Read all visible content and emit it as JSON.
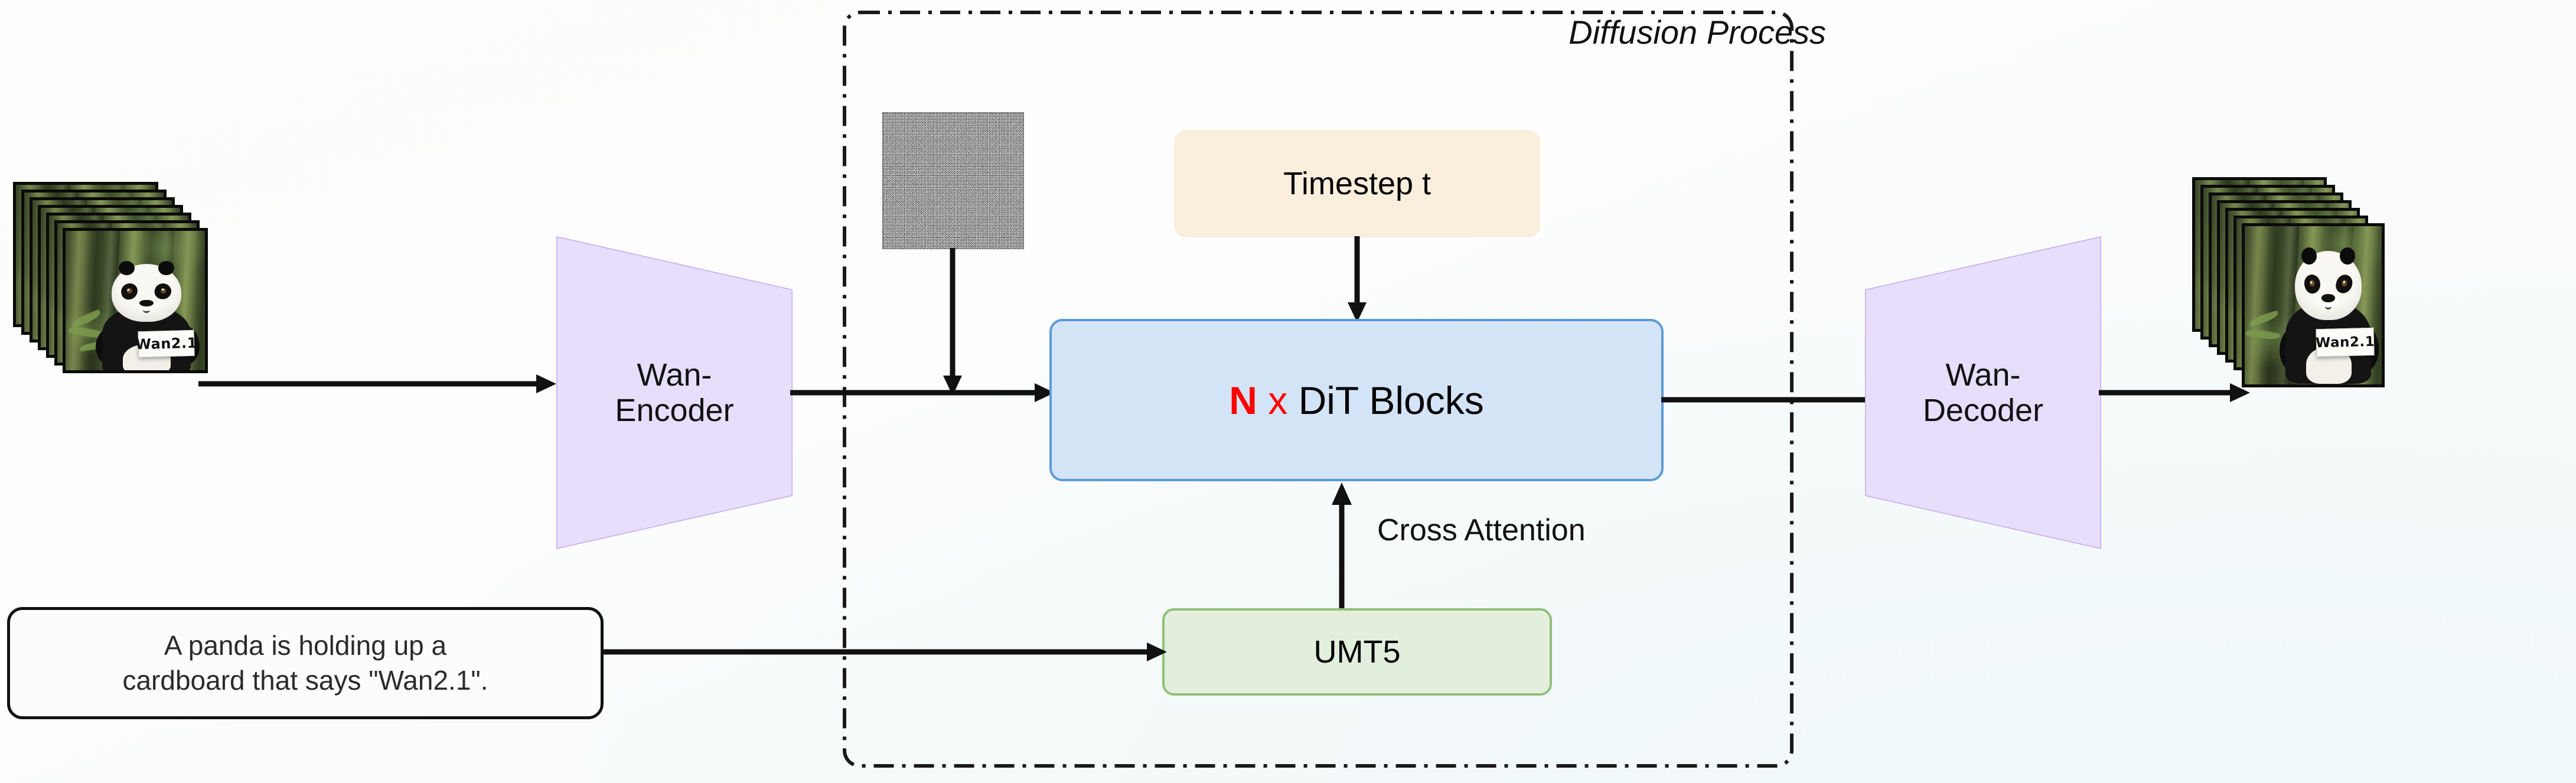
{
  "diagram": {
    "title_label": "Diffusion Process",
    "blocks": {
      "encoder": "Wan-\nEncoder",
      "encoder_line1": "Wan-",
      "encoder_line2": "Encoder",
      "decoder_line1": "Wan-",
      "decoder_line2": "Decoder",
      "dit_prefix_n": "N",
      "dit_prefix_x": "x",
      "dit_label": "DiT Blocks",
      "timestep": "Timestep t",
      "text_encoder": "UMT5"
    },
    "edges": {
      "cross_attention": "Cross Attention"
    },
    "prompt": {
      "line1": "A panda is holding up a",
      "line2": "cardboard that says \"Wan2.1\"."
    },
    "frames": {
      "input_sign_text": "Wan2.1",
      "output_sign_text": "Wan2.1",
      "input_frame_count": 7,
      "output_frame_count": 7
    },
    "noise_patch_label": "noise-latent"
  },
  "colors": {
    "encoder_fill": "#E7DEFB",
    "encoder_stroke": "#C6A9F0",
    "dit_fill": "#D4E4F7",
    "dit_stroke": "#5B9BD5",
    "timestep_fill": "#F9EFDC",
    "umt5_fill": "#E3EFDD",
    "umt5_stroke": "#8FC07A",
    "accent_red": "#FF0000",
    "line": "#111111",
    "background": "#FDFDFB"
  }
}
